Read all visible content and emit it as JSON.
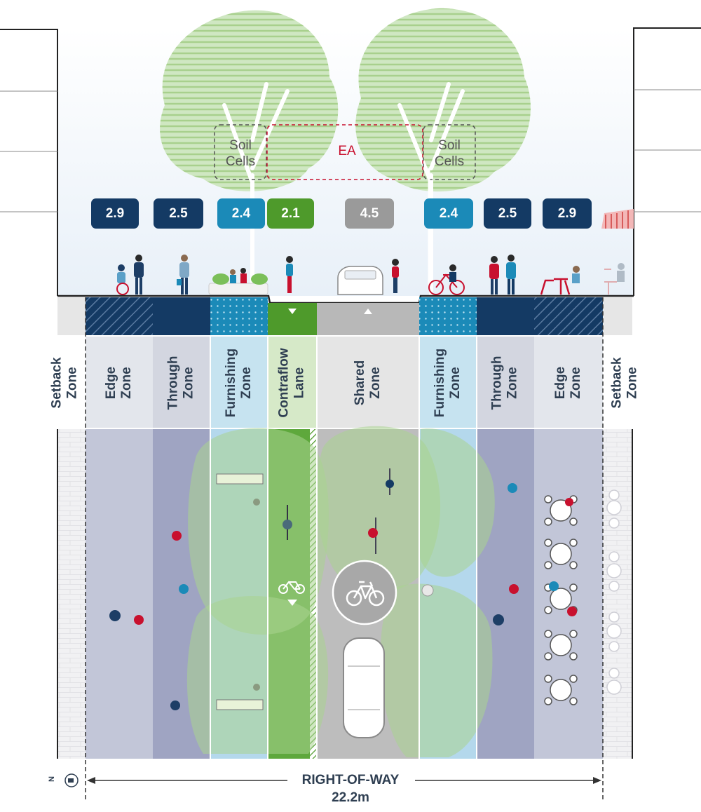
{
  "widths": [
    {
      "value": "2.9",
      "color": "#143a64"
    },
    {
      "value": "2.5",
      "color": "#143a64"
    },
    {
      "value": "2.4",
      "color": "#1b8ab8"
    },
    {
      "value": "2.1",
      "color": "#4e9a2b"
    },
    {
      "value": "4.5",
      "color": "#9a9a9a"
    },
    {
      "value": "2.4",
      "color": "#1b8ab8"
    },
    {
      "value": "2.5",
      "color": "#143a64"
    },
    {
      "value": "2.9",
      "color": "#143a64"
    }
  ],
  "zones": [
    {
      "label": "Setback\nZone"
    },
    {
      "label": "Edge\nZone"
    },
    {
      "label": "Through\nZone"
    },
    {
      "label": "Furnishing\nZone"
    },
    {
      "label": "Contraflow\nLane"
    },
    {
      "label": "Shared\nZone"
    },
    {
      "label": "Furnishing\nZone"
    },
    {
      "label": "Through\nZone"
    },
    {
      "label": "Edge\nZone"
    },
    {
      "label": "Setback\nZone"
    }
  ],
  "soil_cells_label": "Soil\nCells",
  "ea_label": "EA",
  "right_of_way": {
    "title": "RIGHT-OF-WAY",
    "width": "22.2m"
  },
  "north_label": "N",
  "colors": {
    "navy": "#143a64",
    "teal": "#1b8ab8",
    "green": "#4e9a2b",
    "gray": "#9a9a9a",
    "ea_red": "#c8102e",
    "tree": "#b9dba4"
  },
  "icons": [
    "tree-icon",
    "pedestrian-icon",
    "wheelchair-icon",
    "cyclist-icon",
    "car-icon",
    "bicycle-icon",
    "tandem-bike-icon",
    "cafe-table-icon",
    "bench-icon",
    "north-arrow-icon"
  ]
}
